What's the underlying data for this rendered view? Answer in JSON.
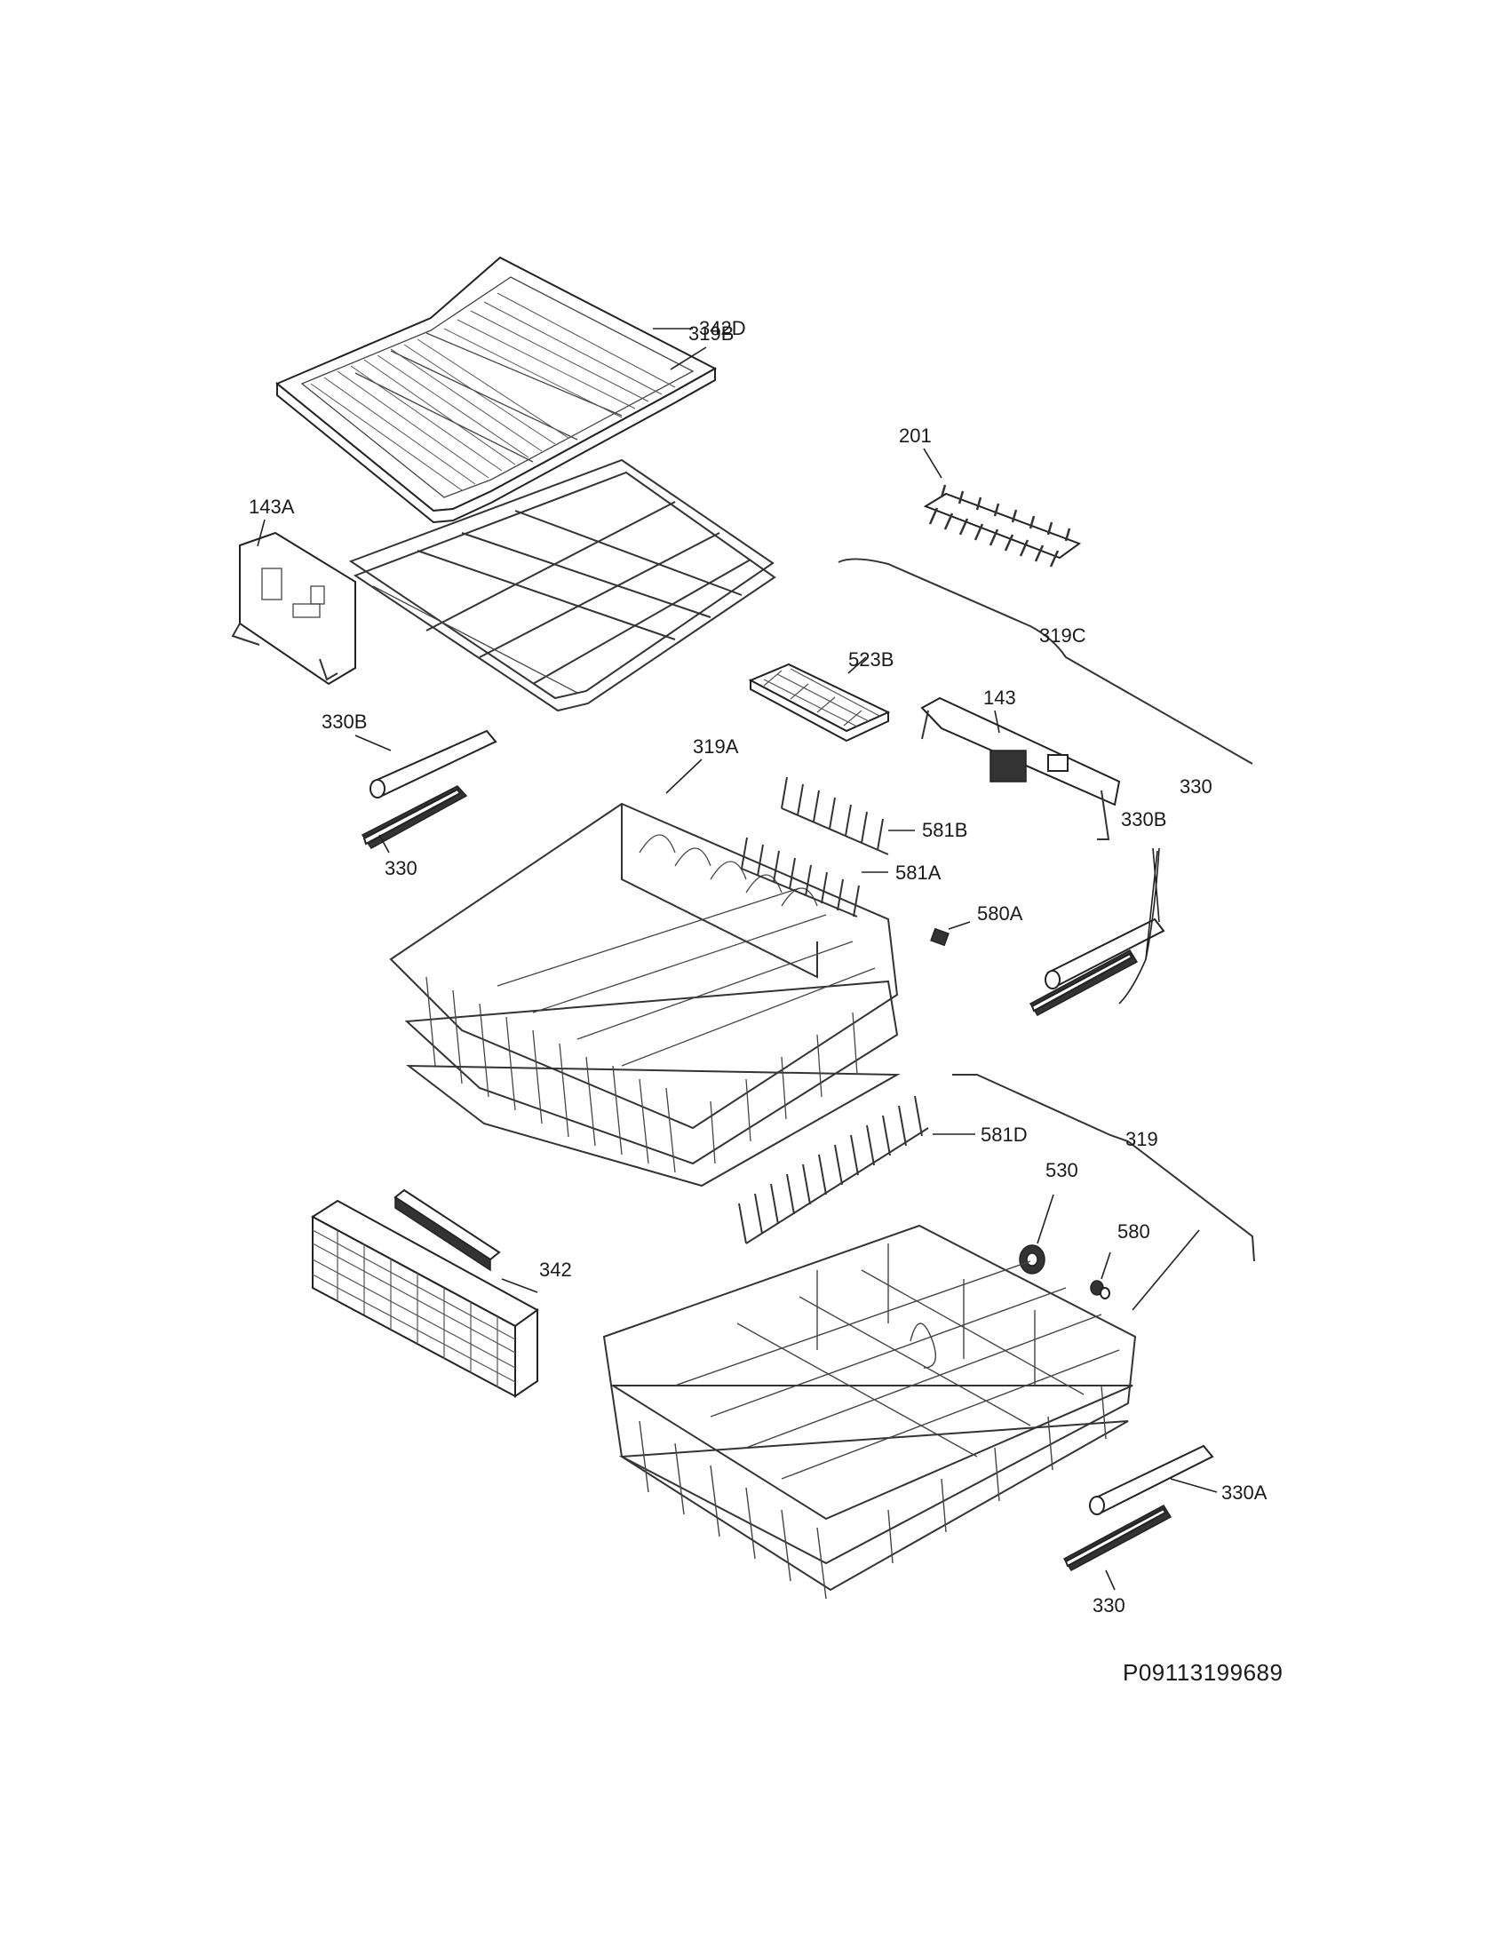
{
  "labels": {
    "l342D": "342D",
    "l319B": "319B",
    "l201": "201",
    "l143A": "143A",
    "l319C": "319C",
    "l523B": "523B",
    "l143": "143",
    "l330B_left": "330B",
    "l319A": "319A",
    "l330_left": "330",
    "l581B": "581B",
    "l581A": "581A",
    "l580A": "580A",
    "l330_right_top": "330",
    "l330B_right": "330B",
    "l581D": "581D",
    "l319": "319",
    "l530": "530",
    "l580": "580",
    "l342": "342",
    "l330A": "330A",
    "l330_bottom": "330"
  },
  "drawing_code": "P09113199689"
}
